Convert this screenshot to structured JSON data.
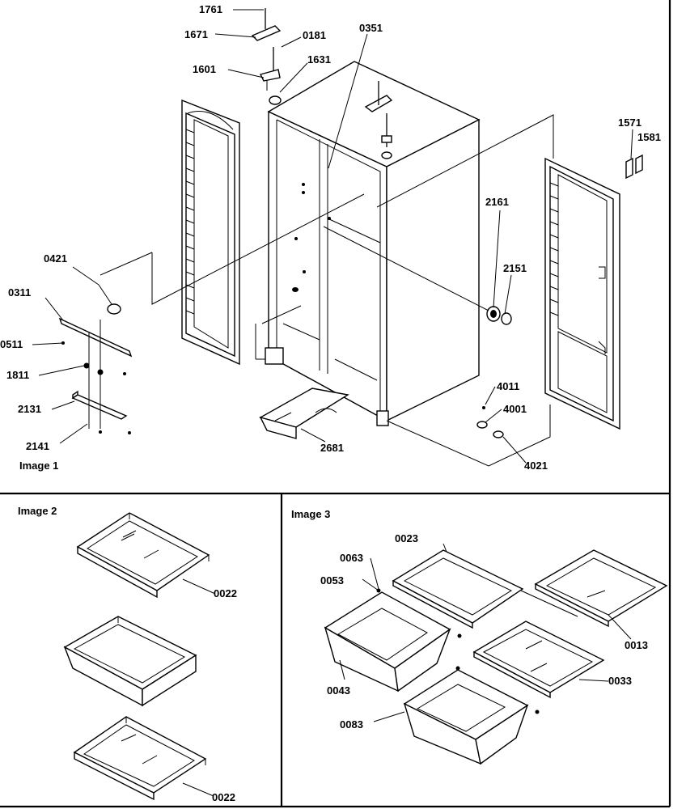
{
  "panels": {
    "image1": "Image 1",
    "image2": "Image 2",
    "image3": "Image 3"
  },
  "parts": {
    "p1761": "1761",
    "p1671": "1671",
    "p0181": "0181",
    "p0351": "0351",
    "p1601": "1601",
    "p1631": "1631",
    "p1571": "1571",
    "p1581": "1581",
    "p2161": "2161",
    "p2151": "2151",
    "p0421": "0421",
    "p0311": "0311",
    "p0511": "0511",
    "p1811": "1811",
    "p2131": "2131",
    "p2141": "2141",
    "p2681": "2681",
    "p4011": "4011",
    "p4001": "4001",
    "p4021": "4021",
    "p0022a": "0022",
    "p0022b": "0022",
    "p0023": "0023",
    "p0063": "0063",
    "p0053": "0053",
    "p0013": "0013",
    "p0043": "0043",
    "p0033": "0033",
    "p0083": "0083"
  }
}
